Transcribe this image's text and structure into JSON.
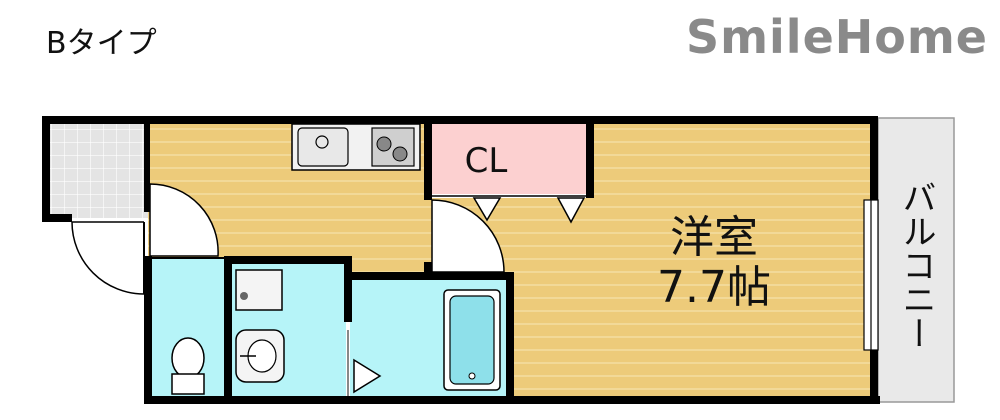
{
  "header": {
    "plan_type": "Bタイプ",
    "brand": "SmileHome"
  },
  "rooms": {
    "closet_label": "CL",
    "western_room_line1": "洋室",
    "western_room_line2": "7.7帖",
    "balcony_label": "バルコニー"
  },
  "colors": {
    "wood": "#edcb7a",
    "wood_line": "#f4dfa6",
    "wet_area": "#b6f4f8",
    "closet": "#fcd0d0",
    "tile": "#e2e2e2",
    "balcony": "#e8e8e8",
    "wall": "#000000"
  }
}
